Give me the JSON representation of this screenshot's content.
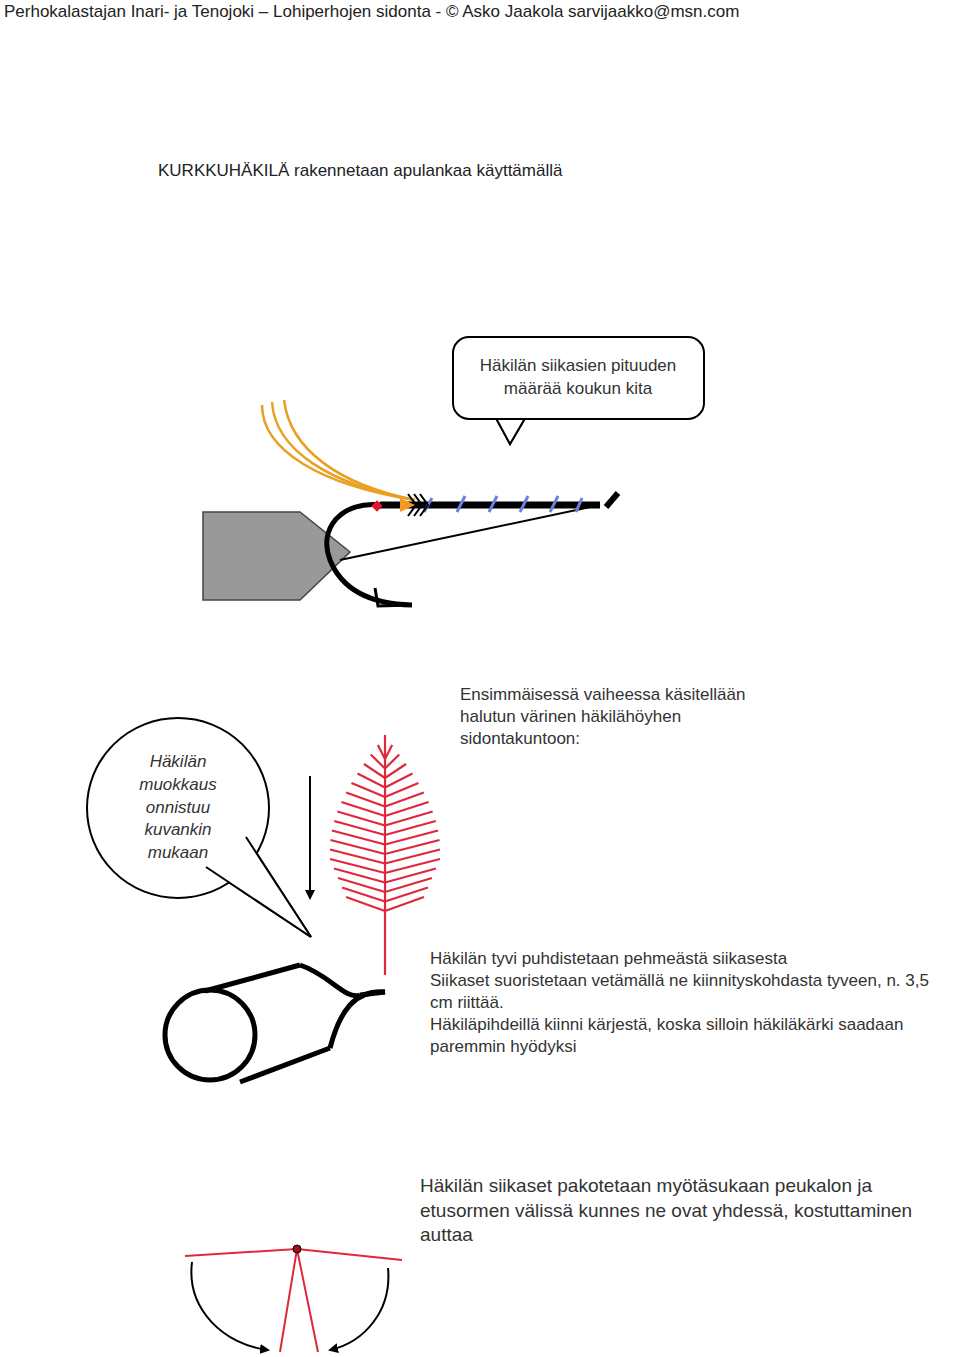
{
  "diagram": {
    "title": "KURKKUHÄKILÄ rakennetaan apulankaa käyttämällä",
    "nodes": [
      {
        "text": [
          "Häkilän siikasien pituuden määrää koukun kita"
        ]
      },
      {
        "text": [
          "Häkilän muokkaus onnistuu kuvankin mukaan"
        ]
      }
    ],
    "labels": [
      "Perhokalastajan Inari- ja Tenojoki – Lohiperhojen sidonta - © Asko Jaakola sarvijaakko@msn.com",
      "Ensimmäisessä vaiheessa käsitellään halutun värinen häkilähöyhen sidontakuntoon:",
      "Häkilän tyvi puhdistetaan pehmeästä siikasesta",
      "Siikaset suoristetaan vetämällä ne kiinnityskohdasta tyveen, n. 3,5 cm riittää.",
      "Häkiläpihdeillä kiinni kärjestä, koska silloin häkiläkärki saadaan paremmin hyödyksi",
      "Häkilän siikaset pakotetaan myötäsukaan peukalon ja etusormen välissä kunnes ne ovat yhdessä, kostuttaminen auttaa"
    ]
  }
}
